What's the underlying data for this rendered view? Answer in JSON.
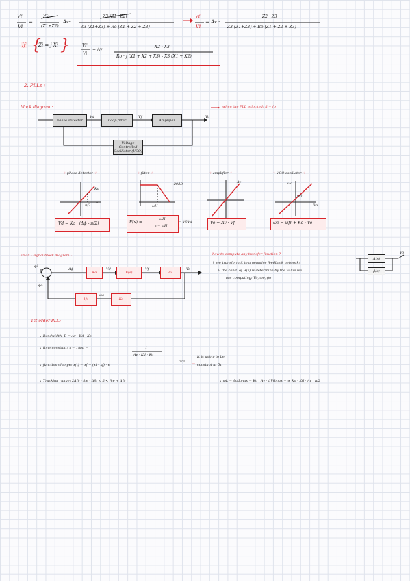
{
  "eq1": {
    "lhs_num": "Vi'",
    "lhs_den": "Vi",
    "f1_num": "Z2",
    "f1_den": "(Z1+Z2)",
    "av": "Av·",
    "f2_num": "Z3 (Z1+Z2)",
    "f2_den": "Z3 (Z1+Z3) + Ro (Z1 + Z2 + Z3)",
    "lhs2_num": "Vi'",
    "lhs2_den": "Vi",
    "av2": "= Av ·",
    "f3_num": "Z2 · Z3",
    "f3_den": "Z3 (Z1+Z3) + Ro (Z1 + Z2 + Z3)"
  },
  "eq2": {
    "tag": "If",
    "brace": "Zi = j·Xi",
    "lhs_num": "Vi'",
    "lhs_den": "Vi",
    "av": "= Av ·",
    "num": "- X2 · X3",
    "den": "Ro · j (X1 + X2 + X3) - X3 (X1 + X2)"
  },
  "section_title": "2. PLLs :",
  "block_diagram": {
    "label": "block diagram :",
    "phase_detector": "phase detector",
    "loop_filter": "Loop filter",
    "amplifier": "Amplifier",
    "vco": "Voltage Controlled Oscillator (VCO)",
    "vd": "Vd",
    "vf": "Vf",
    "vo": "Vo",
    "note": "when the PLL is locked: fi = fo"
  },
  "subgraphs": [
    {
      "title": "phase detector",
      "axis_k": "Ko",
      "axis_x": "π/2",
      "axis_x2": "π",
      "formula": "Vd = Ko · (Δϕ - π/2)"
    },
    {
      "title": "filter",
      "axis_db": "-20dB",
      "axis_x": "ωH",
      "formula_lhs": "F(s) =",
      "formula_num": "ωH",
      "formula_den": "s + ωH",
      "formula_rhs": "= Vf/Vd"
    },
    {
      "title": "amplifier",
      "axis_k": "Av",
      "formula": "Vo = Av · Vf"
    },
    {
      "title": "VCO oscillator",
      "axis_k": "ωo",
      "axis_x": "Vo",
      "axis_c": "ωfr",
      "formula": "ωo = ωfr + Ko · Vo"
    }
  ],
  "small_signal": {
    "label": "small - signal block diagram :",
    "phi_i": "ϕi",
    "phi_o": "ϕo",
    "dphi": "Δϕ",
    "ko": "Ko",
    "fs": "F(s)",
    "av": "Av",
    "vd": "Vd",
    "vf": "Vf",
    "vo": "Vo",
    "inv_s": "1/s",
    "wo": "ωo",
    "ko2": "Ko"
  },
  "transfer": {
    "question": "how to compute any transfer function ?",
    "line1": "↳ we transform it to a negative feedback network:",
    "line2": "↳ the cond. of H(s) is determine by the value we",
    "line3": "are computing: Vo, ωo, ϕo",
    "a": "A(s)",
    "b": "β(s)",
    "out": "Vo"
  },
  "first_order": {
    "label": "1st order PLL:",
    "bw": "↳ Bandwidth:  B = Av · Kd · Ko",
    "tc_lhs": "↳ time constant:  τ = 1/ωp =",
    "tc_num": "1",
    "tc_den": "Av · Kd · Ko",
    "fc": "↳ function change:  x(t) = xf + (xi - xf) · e",
    "fc_exp": "-t/τc",
    "fc_note1": "It is going to be",
    "fc_note2": "constant at 5τ.",
    "tr": "↳ Tracking range:  2Δfc :  fce - Δfc < fi < fce + Δfc",
    "tr_rhs": "↳ ωL = ΔωLmax = Ko · Av · ΔVdmax = ± Ko · Kd · Av · π/2"
  }
}
